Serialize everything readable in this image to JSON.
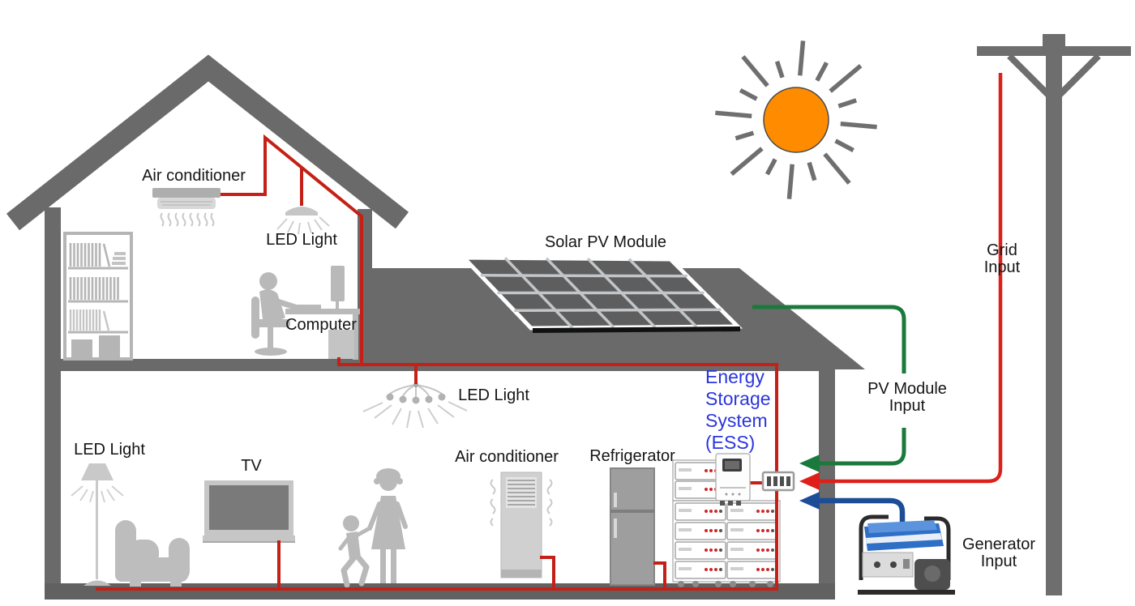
{
  "diagram": {
    "labels": {
      "attic_air_conditioner": "Air conditioner",
      "attic_led_light": "LED Light",
      "computer": "Computer",
      "solar_pv_module": "Solar PV Module",
      "ceiling_led_light": "LED Light",
      "floor_led_light": "LED Light",
      "tv": "TV",
      "lower_air_conditioner": "Air conditioner",
      "refrigerator": "Refrigerator",
      "energy_storage_system": "Energy\nStorage\nSystem\n(ESS)",
      "pv_module_input": "PV Module\nInput",
      "grid_input": "Grid\nInput",
      "generator_input": "Generator\nInput"
    },
    "colors": {
      "structure_gray": "#6a6a6a",
      "appliance_gray": "#b9b9b9",
      "sun_orange": "#ff8c00",
      "load_wire_red": "#c42017",
      "grid_wire_red": "#dd2019",
      "pv_wire_green": "#1a7a3c",
      "generator_wire_blue": "#1d4d96",
      "ess_label_blue": "#2b35dd"
    }
  }
}
